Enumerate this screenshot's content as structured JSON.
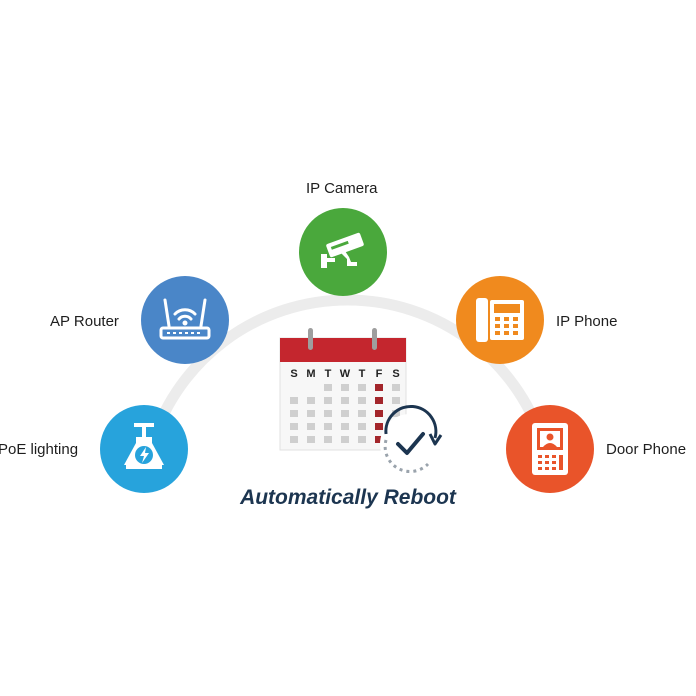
{
  "colors": {
    "arc": "#ececec",
    "ip_camera": "#4aa83c",
    "ap_router": "#4a86c8",
    "poe_lighting": "#27a3dc",
    "ip_phone": "#f08a1e",
    "door_phone": "#e9542a",
    "calendar_header": "#c4262e",
    "calendar_highlight": "#a3262b",
    "calendar_cell": "#cfcfcf",
    "title": "#1c3550"
  },
  "devices": {
    "ip_camera": {
      "label": "IP Camera",
      "icon": "security-camera-icon"
    },
    "ap_router": {
      "label": "AP Router",
      "icon": "wifi-router-icon"
    },
    "poe_lighting": {
      "label": "PoE lighting",
      "icon": "poe-lamp-icon"
    },
    "ip_phone": {
      "label": "IP Phone",
      "icon": "desk-phone-icon"
    },
    "door_phone": {
      "label": "Door Phone",
      "icon": "video-door-phone-icon"
    }
  },
  "calendar": {
    "days": [
      "S",
      "M",
      "T",
      "W",
      "T",
      "F",
      "S"
    ],
    "icon": "calendar-icon",
    "clock_icon": "clock-check-icon"
  },
  "title": "Automatically Reboot"
}
